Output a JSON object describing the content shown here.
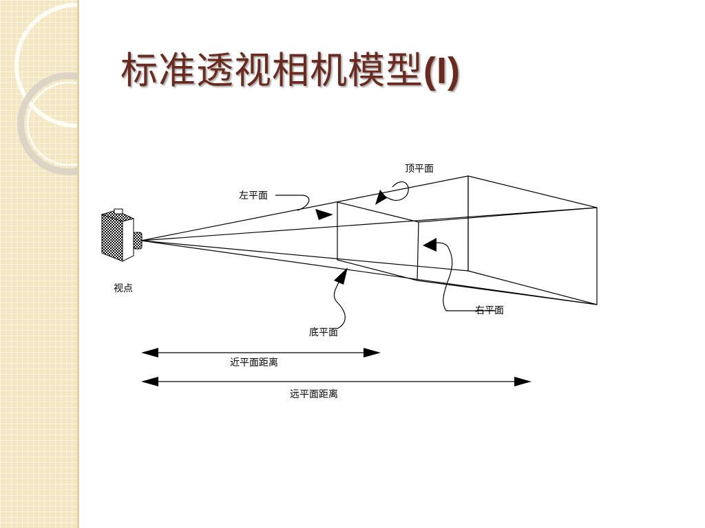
{
  "slide": {
    "title": "标准透视相机模型",
    "title_suffix": "(I)"
  },
  "diagram": {
    "labels": {
      "viewpoint": "视点",
      "left_plane": "左平面",
      "top_plane": "顶平面",
      "right_plane": "右平面",
      "bottom_plane": "底平面",
      "near_distance": "近平面距离",
      "far_distance": "远平面距离"
    },
    "colors": {
      "title": "#6b2a1e",
      "sidebar": "#f4e6c0",
      "line": "#000000"
    }
  }
}
